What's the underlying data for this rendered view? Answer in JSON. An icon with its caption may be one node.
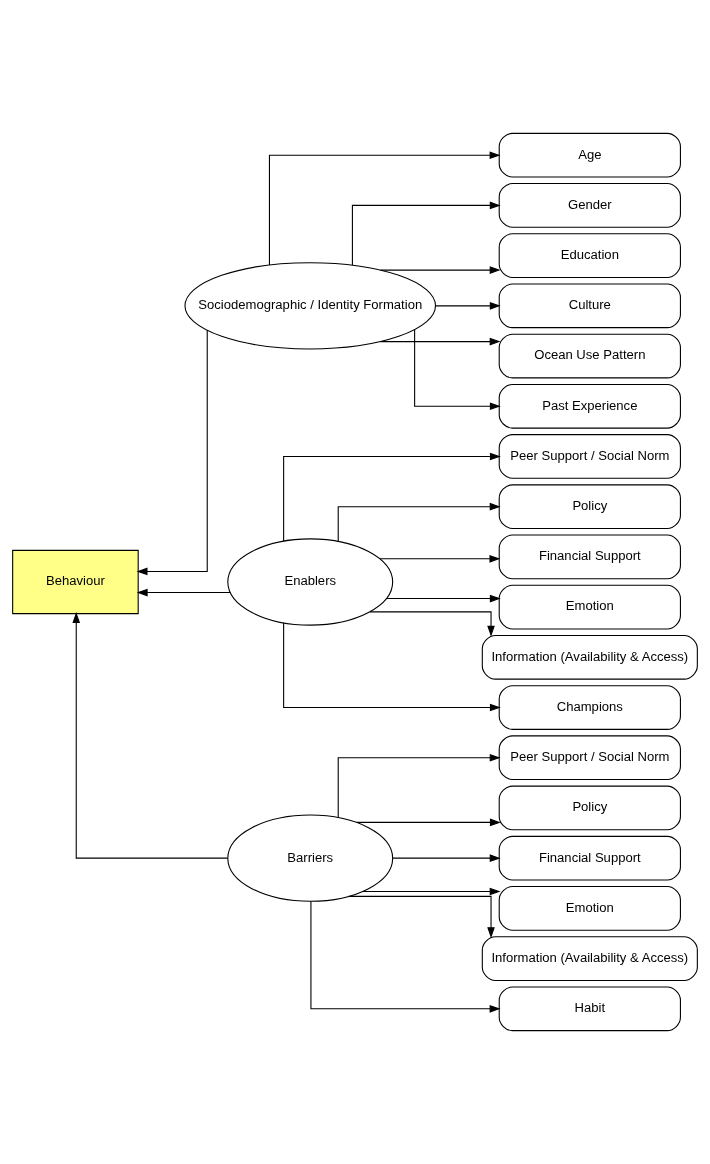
{
  "diagram": {
    "nodes": [
      {
        "text": [
          "Behaviour"
        ]
      },
      {
        "text": [
          "Sociodemographic / Identity Formation"
        ]
      },
      {
        "text": [
          "Age"
        ]
      },
      {
        "text": [
          "Gender"
        ]
      },
      {
        "text": [
          "Education"
        ]
      },
      {
        "text": [
          "Culture"
        ]
      },
      {
        "text": [
          "Ocean Use Pattern"
        ]
      },
      {
        "text": [
          "Past Experience"
        ]
      },
      {
        "text": [
          "Enablers"
        ]
      },
      {
        "text": [
          "Peer Support / Social Norm"
        ]
      },
      {
        "text": [
          "Policy"
        ]
      },
      {
        "text": [
          "Financial Support"
        ]
      },
      {
        "text": [
          "Emotion"
        ]
      },
      {
        "text": [
          "Information (Availability & Access)"
        ]
      },
      {
        "text": [
          "Champions"
        ]
      },
      {
        "text": [
          "Barriers"
        ]
      },
      {
        "text": [
          "Peer Support / Social Norm"
        ]
      },
      {
        "text": [
          "Policy"
        ]
      },
      {
        "text": [
          "Financial Support"
        ]
      },
      {
        "text": [
          "Emotion"
        ]
      },
      {
        "text": [
          "Information (Availability & Access)"
        ]
      },
      {
        "text": [
          "Habit"
        ]
      }
    ],
    "edges": [
      {
        "from": 1,
        "to": 0,
        "arrow": "to"
      },
      {
        "from": 8,
        "to": 0,
        "arrow": "to"
      },
      {
        "from": 15,
        "to": 0,
        "arrow": "to"
      },
      {
        "from": 1,
        "to": 2,
        "arrow": "to"
      },
      {
        "from": 1,
        "to": 3,
        "arrow": "to"
      },
      {
        "from": 1,
        "to": 4,
        "arrow": "to"
      },
      {
        "from": 1,
        "to": 5,
        "arrow": "to"
      },
      {
        "from": 1,
        "to": 6,
        "arrow": "to"
      },
      {
        "from": 1,
        "to": 7,
        "arrow": "to"
      },
      {
        "from": 8,
        "to": 9,
        "arrow": "to"
      },
      {
        "from": 8,
        "to": 10,
        "arrow": "to"
      },
      {
        "from": 8,
        "to": 11,
        "arrow": "to"
      },
      {
        "from": 8,
        "to": 12,
        "arrow": "to"
      },
      {
        "from": 8,
        "to": 13,
        "arrow": "to"
      },
      {
        "from": 8,
        "to": 14,
        "arrow": "to"
      },
      {
        "from": 15,
        "to": 16,
        "arrow": "to"
      },
      {
        "from": 15,
        "to": 17,
        "arrow": "to"
      },
      {
        "from": 15,
        "to": 18,
        "arrow": "to"
      },
      {
        "from": 15,
        "to": 19,
        "arrow": "to"
      },
      {
        "from": 15,
        "to": 20,
        "arrow": "to"
      },
      {
        "from": 15,
        "to": 21,
        "arrow": "to"
      }
    ]
  }
}
